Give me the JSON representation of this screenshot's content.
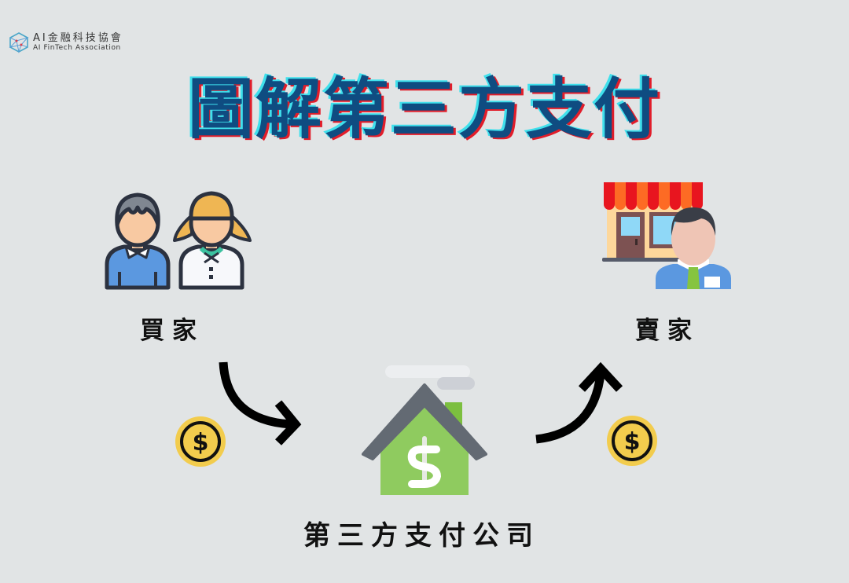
{
  "logo": {
    "name_cn": "AI金融科技協會",
    "name_en": "AI FinTech Association",
    "icon": "hexagon-network-icon"
  },
  "title": "圖解第三方支付",
  "nodes": {
    "buyer": {
      "label": "買家",
      "icon": "two-people-icon"
    },
    "seller": {
      "label": "賣家",
      "icon": "shopkeeper-store-icon"
    },
    "company": {
      "label": "第三方支付公司",
      "icon": "house-dollar-icon"
    }
  },
  "flows": [
    {
      "from": "buyer",
      "to": "company",
      "icon": "dollar-coin-icon",
      "coin_symbol": "$"
    },
    {
      "from": "company",
      "to": "seller",
      "icon": "dollar-coin-icon",
      "coin_symbol": "$"
    }
  ],
  "colors": {
    "background": "#e1e4e5",
    "title": "#0f4c81",
    "title_shadow_cyan": "#3fe0ec",
    "title_shadow_red": "#e11d2a",
    "coin": "#f2cc4d",
    "house_green": "#8fcb5f",
    "roof_gray": "#636a73"
  }
}
